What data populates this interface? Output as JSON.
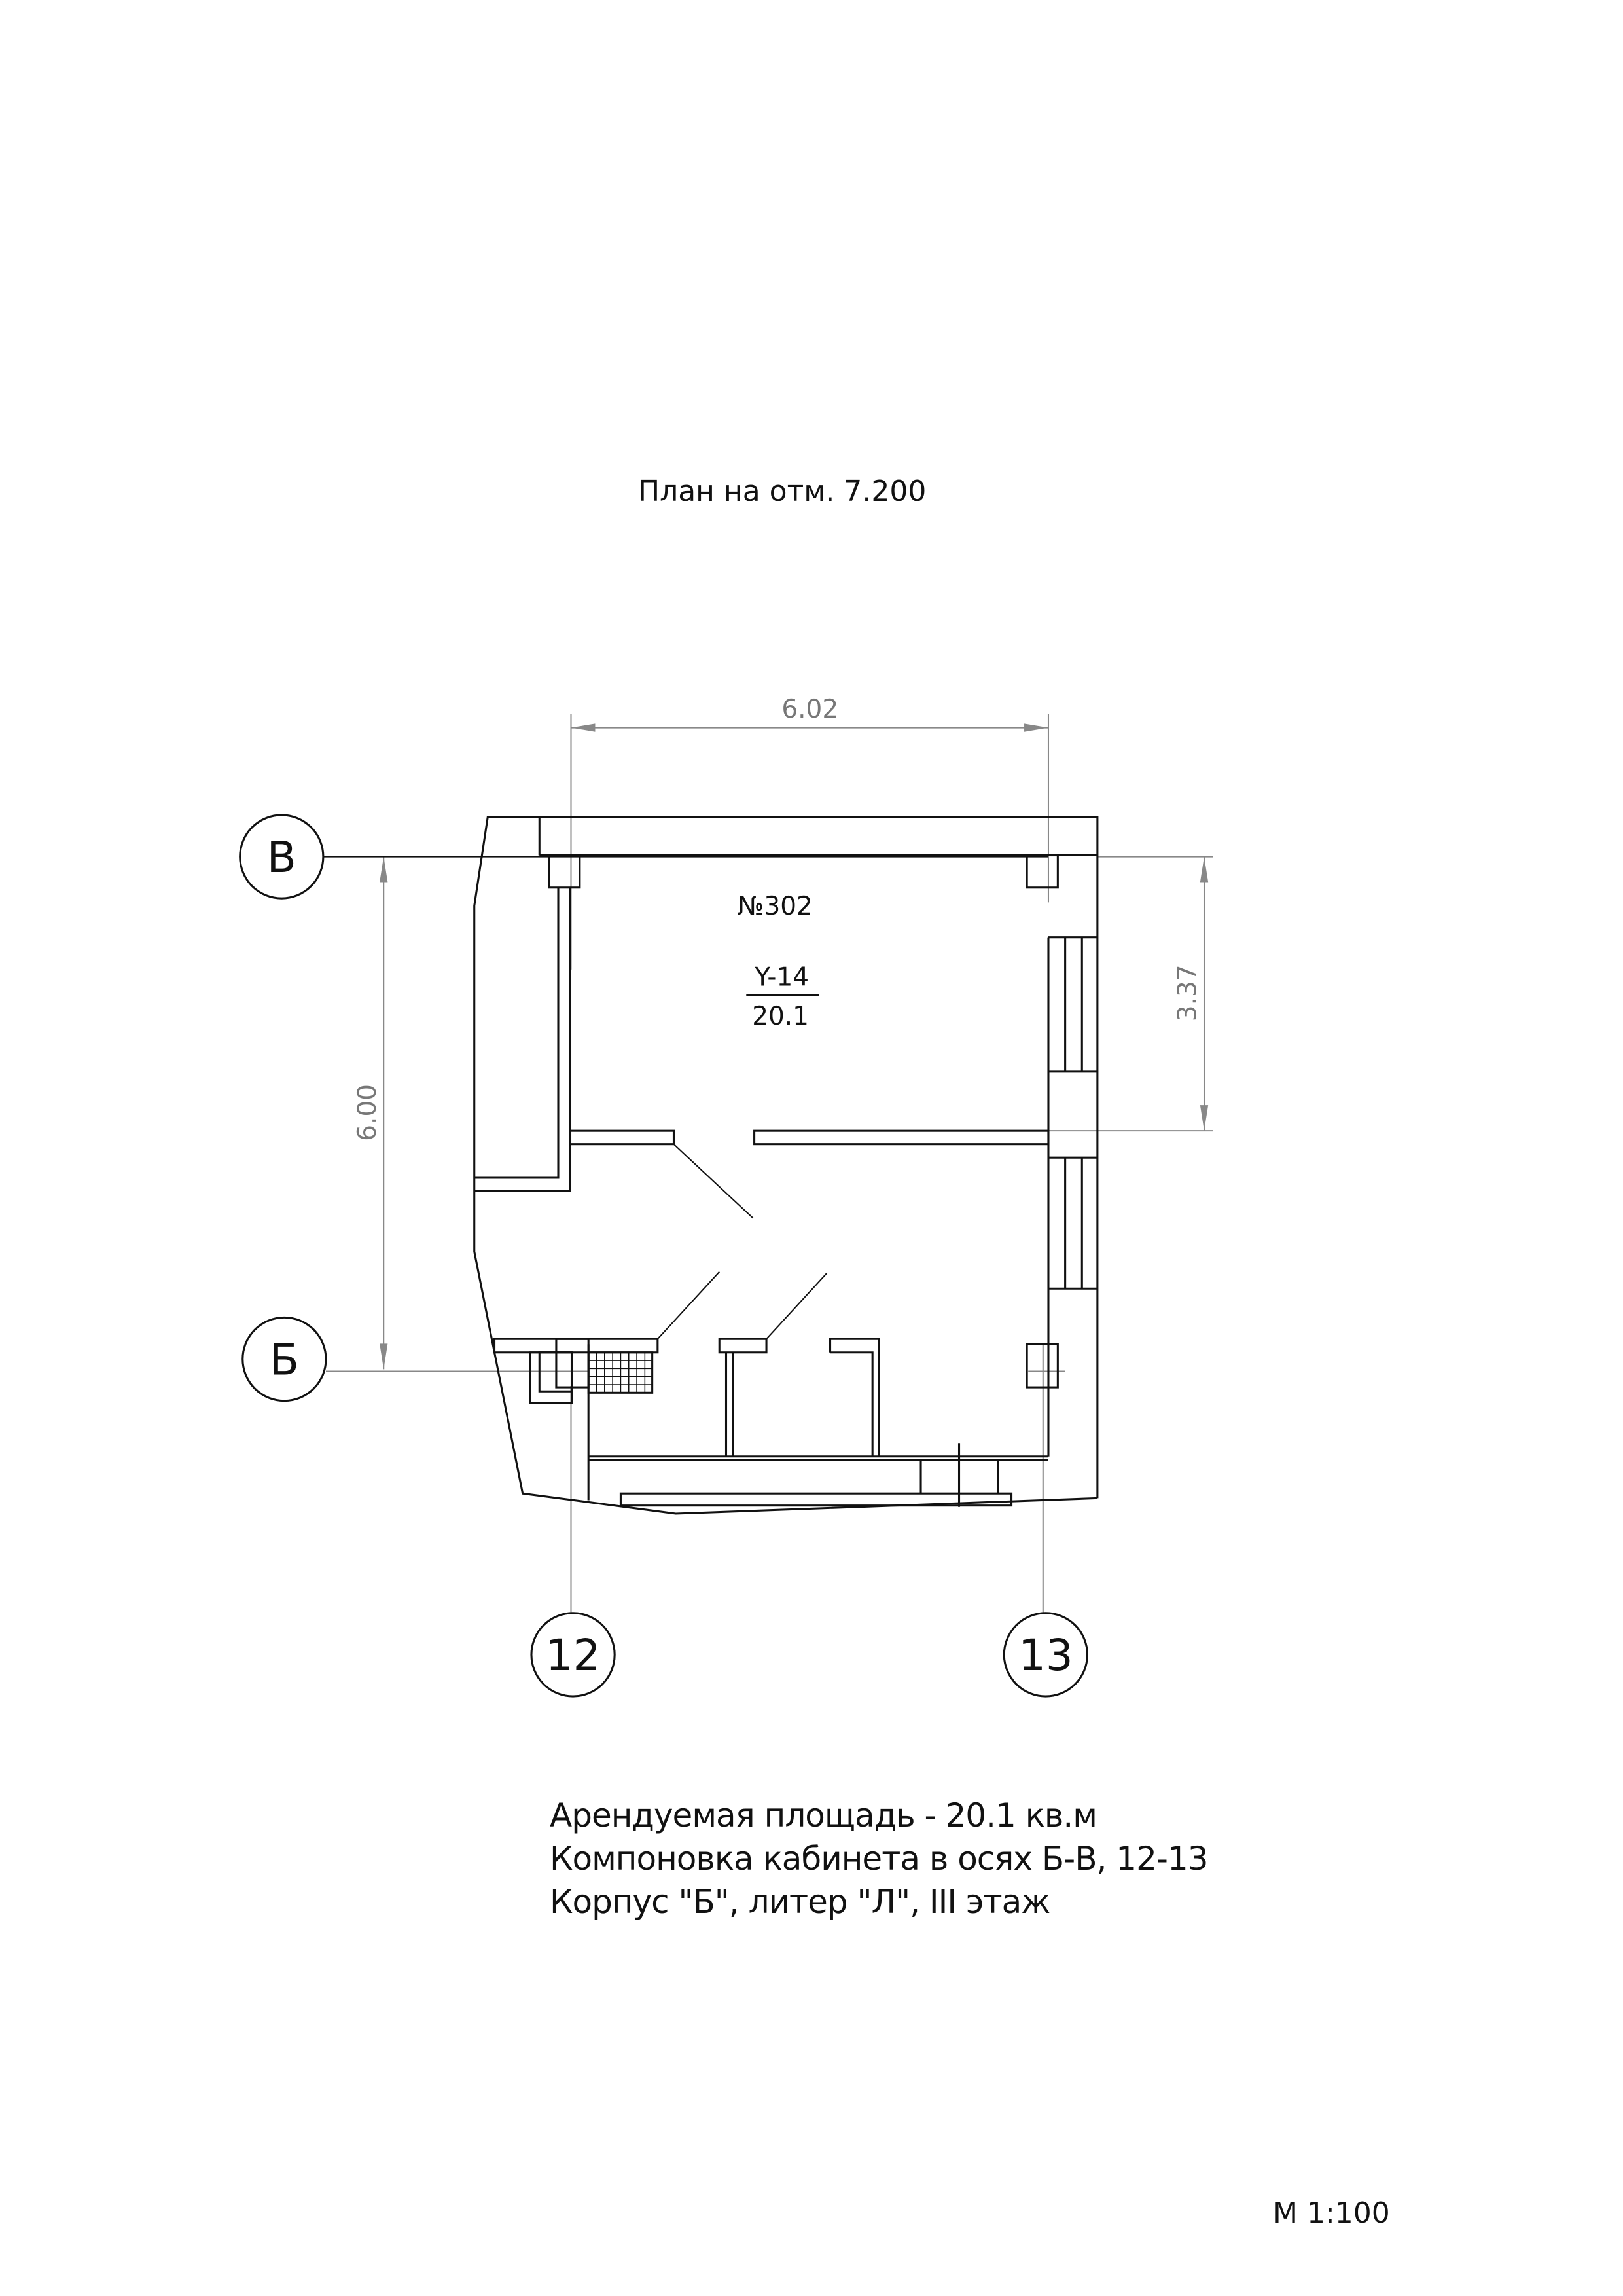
{
  "title": "План на отм. 7.200",
  "plan": {
    "room_number": "№302",
    "room_code": "Y-14",
    "room_area": "20.1",
    "dimensions": {
      "top": "6.02",
      "left": "6.00",
      "right": "3.37"
    },
    "axes": {
      "row_top": "В",
      "row_bottom": "Б",
      "col_left": "12",
      "col_right": "13"
    }
  },
  "notes": [
    "Арендуемая площадь -  20.1 кв.м",
    "Компоновка кабинета в осях Б-В, 12-13",
    "Корпус \"Б\", литер \"Л\", III  этаж"
  ],
  "scale": "М 1:100"
}
